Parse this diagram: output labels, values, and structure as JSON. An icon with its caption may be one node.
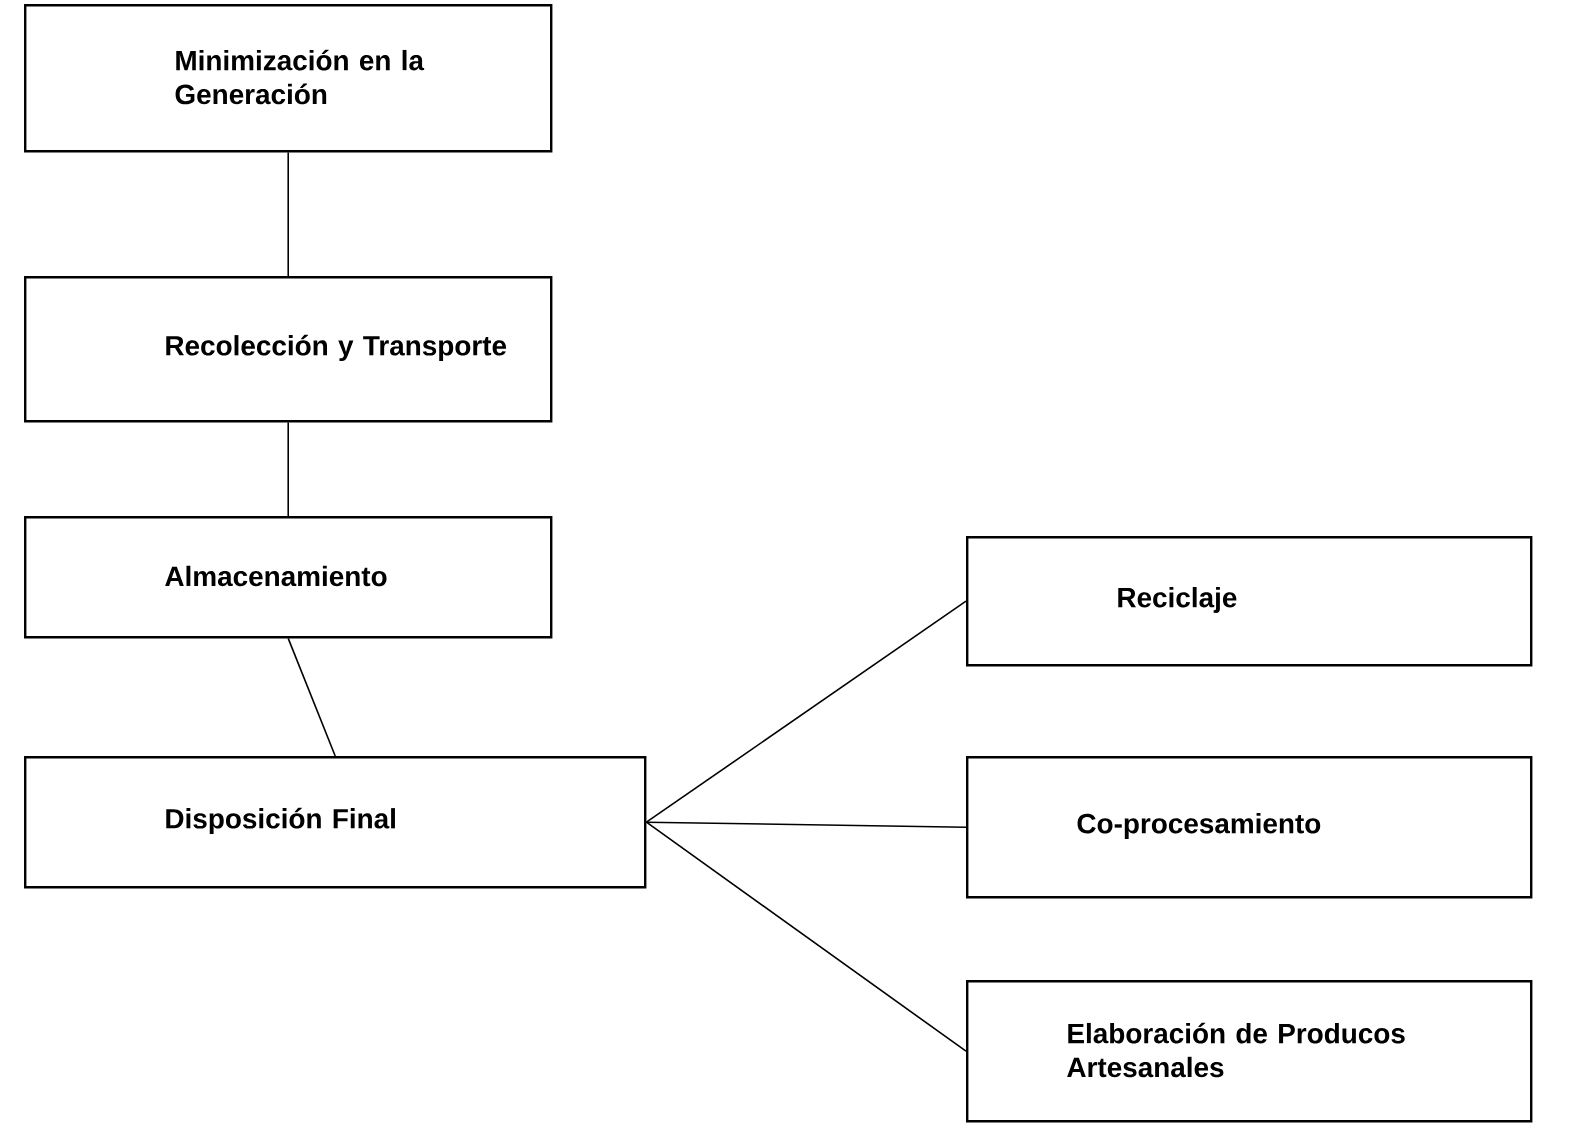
{
  "diagram": {
    "nodes": [
      {
        "text": [
          "Minimización en la Generación"
        ]
      },
      {
        "text": [
          "Recolección y Transporte"
        ]
      },
      {
        "text": [
          "Almacenamiento"
        ]
      },
      {
        "text": [
          "Disposición Final"
        ]
      },
      {
        "text": [
          "Reciclaje"
        ]
      },
      {
        "text": [
          "Co-procesamiento"
        ]
      },
      {
        "text": [
          "Elaboración de Producos Artesanales"
        ]
      }
    ],
    "edges": [
      {
        "from": 0,
        "to": 1,
        "arrow": "none"
      },
      {
        "from": 1,
        "to": 2,
        "arrow": "none"
      },
      {
        "from": 2,
        "to": 3,
        "arrow": "none"
      },
      {
        "from": 3,
        "to": 4,
        "arrow": "none"
      },
      {
        "from": 3,
        "to": 5,
        "arrow": "none"
      },
      {
        "from": 3,
        "to": 6,
        "arrow": "none"
      }
    ]
  }
}
